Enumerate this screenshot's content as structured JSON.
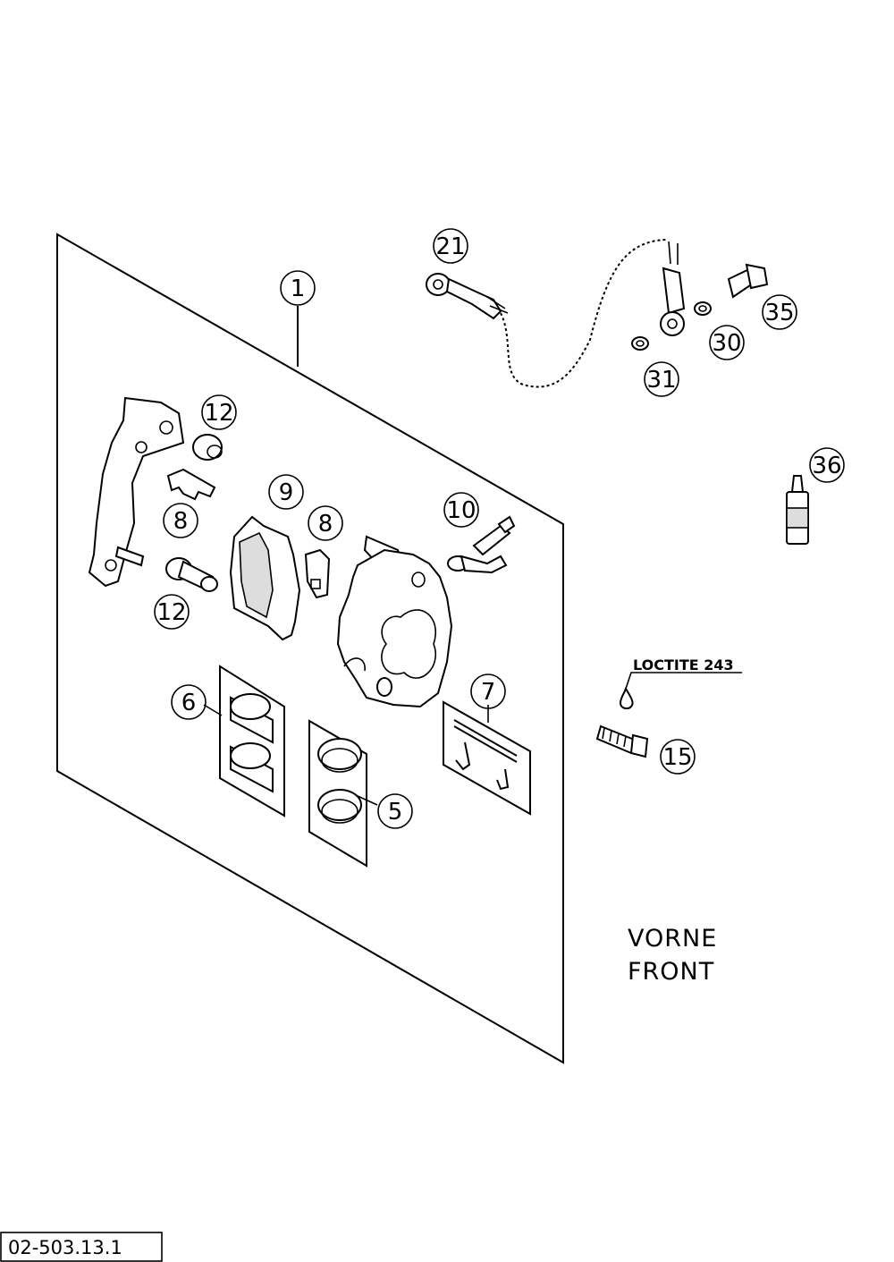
{
  "callouts": [
    {
      "id": "1",
      "label": "1"
    },
    {
      "id": "12a",
      "label": "12"
    },
    {
      "id": "12b",
      "label": "12"
    },
    {
      "id": "8a",
      "label": "8"
    },
    {
      "id": "8b",
      "label": "8"
    },
    {
      "id": "9",
      "label": "9"
    },
    {
      "id": "10",
      "label": "10"
    },
    {
      "id": "6",
      "label": "6"
    },
    {
      "id": "5",
      "label": "5"
    },
    {
      "id": "7",
      "label": "7"
    },
    {
      "id": "21",
      "label": "21"
    },
    {
      "id": "35",
      "label": "35"
    },
    {
      "id": "30",
      "label": "30"
    },
    {
      "id": "31",
      "label": "31"
    },
    {
      "id": "36",
      "label": "36"
    },
    {
      "id": "15",
      "label": "15"
    }
  ],
  "notes": {
    "loctite": "LOCTITE 243",
    "position_de": "VORNE",
    "position_en": "FRONT"
  },
  "drawing_number": "02-503.13.1"
}
